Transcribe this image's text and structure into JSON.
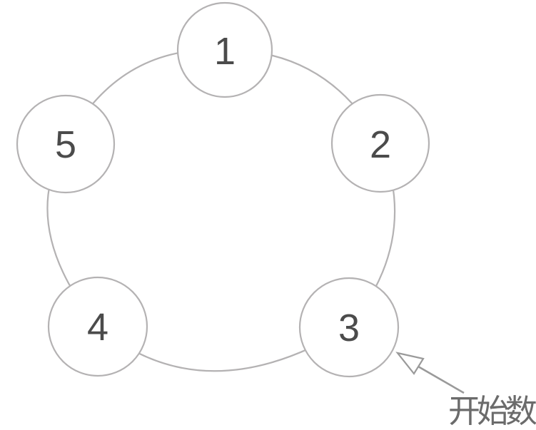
{
  "colors": {
    "background": "#ffffff",
    "circle_stroke": "#b4b2b3",
    "number_color": "#4b4b4b",
    "arrow_color": "#9a9a9a",
    "label_color": "#6b6b6b"
  },
  "nodes": [
    {
      "label": "1"
    },
    {
      "label": "2"
    },
    {
      "label": "3"
    },
    {
      "label": "4"
    },
    {
      "label": "5"
    }
  ],
  "annotation": {
    "label": "开始数"
  }
}
